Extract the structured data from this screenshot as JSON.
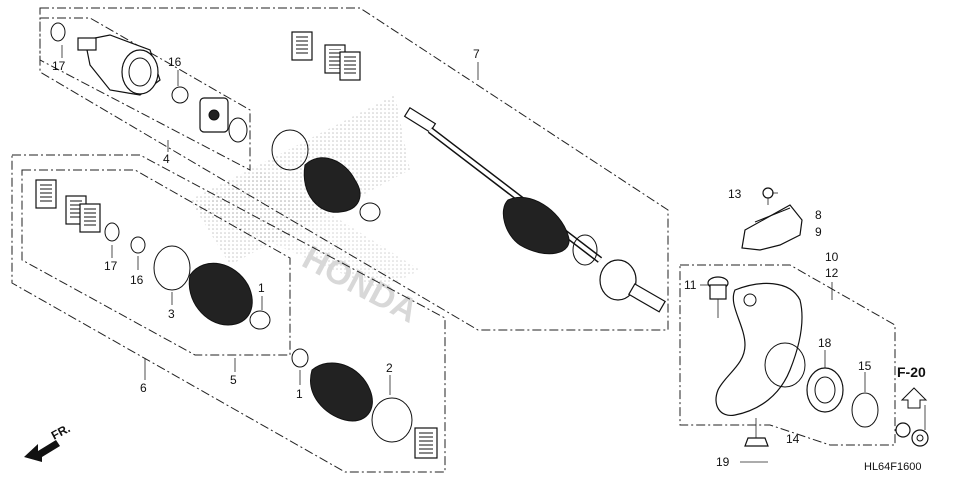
{
  "diagram": {
    "background": "#ffffff",
    "ink": "#111111",
    "callouts": {
      "c1a": "1",
      "c1b": "1",
      "c2": "2",
      "c3": "3",
      "c4": "4",
      "c5": "5",
      "c6": "6",
      "c7": "7",
      "c8": "8",
      "c9": "9",
      "c10": "10",
      "c11": "11",
      "c12": "12",
      "c13": "13",
      "c14": "14",
      "c15": "15",
      "c16a": "16",
      "c16b": "16",
      "c17a": "17",
      "c17b": "17",
      "c18": "18",
      "c19": "19"
    },
    "section_ref": "F-20",
    "front_arrow": "FR.",
    "diagram_code": "HL64F1600",
    "watermark": "HONDA"
  }
}
